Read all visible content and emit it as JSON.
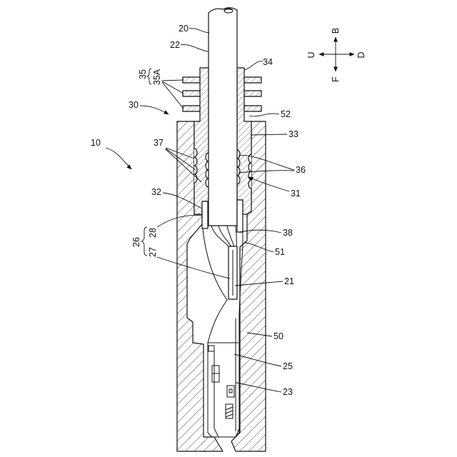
{
  "numerals": {
    "wire": "20",
    "wire_surface": "22",
    "plug_top": "34",
    "lip_group": "35",
    "lip": "35A",
    "plug": "30",
    "housing_edge": "52",
    "plug_body": "33",
    "assembly": "10",
    "outer_lips": "37",
    "inner_lips": "36",
    "plug_region": "31",
    "plug_end": "32",
    "barrel_upper": "28",
    "barrel_group": "26",
    "barrel_lower": "27",
    "part_38": "38",
    "part_51": "51",
    "core": "21",
    "housing": "50",
    "terminal_body": "25",
    "terminal_box": "23"
  },
  "compass": {
    "top": "B",
    "left": "U",
    "right": "D",
    "bottom": "F"
  }
}
